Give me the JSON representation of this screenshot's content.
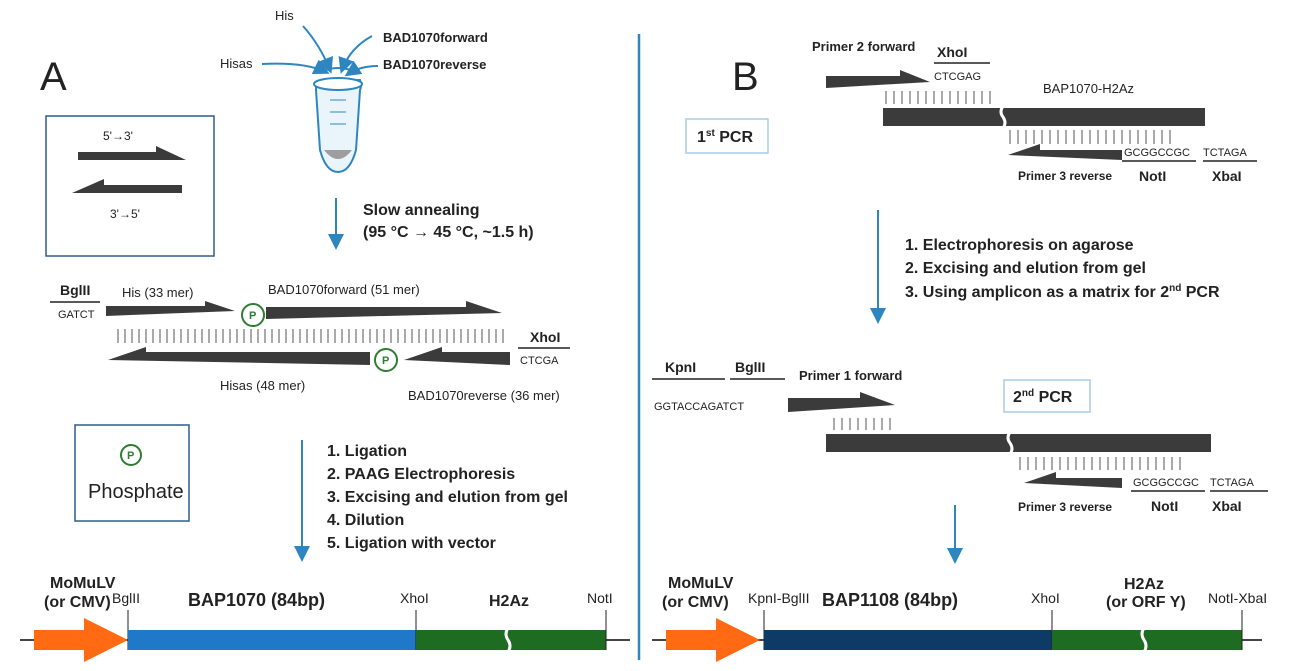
{
  "panel_a": {
    "letter": "A",
    "tube_labels": {
      "his": "His",
      "hisas": "Hisas",
      "forward": "BAD1070forward",
      "reverse": "BAD1070reverse"
    },
    "legend_top": "5'→3'",
    "legend_bottom": "3'→5'",
    "annealing_line1": "Slow annealing",
    "annealing_line2": "(95 °C → 45 °C, ~1.5 h)",
    "bglII_label": "BglII",
    "bglII_seq": "GATCT",
    "his_label": "His (33 mer)",
    "forward_label": "BAD1070forward (51 mer)",
    "xhoI_label": "XhoI",
    "xhoI_seq": "CTCGA",
    "hisas_label": "Hisas (48 mer)",
    "reverse_label": "BAD1070reverse (36 mer)",
    "phosphate_symbol": "P",
    "phosphate_label": "Phosphate",
    "steps": [
      "1.   Ligation",
      "2.   PAAG Electrophoresis",
      "3.   Excising and elution from gel",
      "4.   Dilution",
      "5.   Ligation with vector"
    ],
    "construct": {
      "promoter_line1": "MoMuLV",
      "promoter_line2": "(or CMV)",
      "site1": "BglII",
      "insert": "BAP1070 (84bp)",
      "site2": "XhoI",
      "gene": "H2Az",
      "site3": "NotI"
    }
  },
  "panel_b": {
    "letter": "B",
    "first_pcr": "1st PCR",
    "primer2_label": "Primer 2 forward",
    "xhoI_label": "XhoI",
    "xhoI_seq": "CTCGAG",
    "template_label": "BAP1070-H2Az",
    "notI_seq": "GCGGCCGC",
    "xbaI_seq": "TCTAGA",
    "primer3_label": "Primer 3 reverse",
    "notI_label": "NotI",
    "xbaI_label": "XbaI",
    "steps": [
      "1.   Electrophoresis on agarose",
      "2.   Excising and elution from gel",
      "3.   Using amplicon as a matrix for 2nd PCR"
    ],
    "kpnI_label": "KpnI",
    "bglII_label": "BglII",
    "kpn_bgl_seq": "GGTACCAGATCT",
    "primer1_label": "Primer 1 forward",
    "second_pcr": "2nd PCR",
    "construct": {
      "promoter_line1": "MoMuLV",
      "promoter_line2": "(or CMV)",
      "site1": "KpnI-BglII",
      "insert": "BAP1108 (84bp)",
      "site2": "XhoI",
      "gene_line1": "H2Az",
      "gene_line2": "(or ORF Y)",
      "site3": "NotI-XbaI"
    }
  },
  "colors": {
    "arrow_dark": "#3b3b3b",
    "flow_blue": "#2e86c1",
    "insert_blue_a": "#1f78c8",
    "insert_blue_b": "#0d3b66",
    "gene_green": "#1e6b22",
    "promoter_orange": "#ff6a13",
    "phosphate_green": "#2e7d32"
  }
}
